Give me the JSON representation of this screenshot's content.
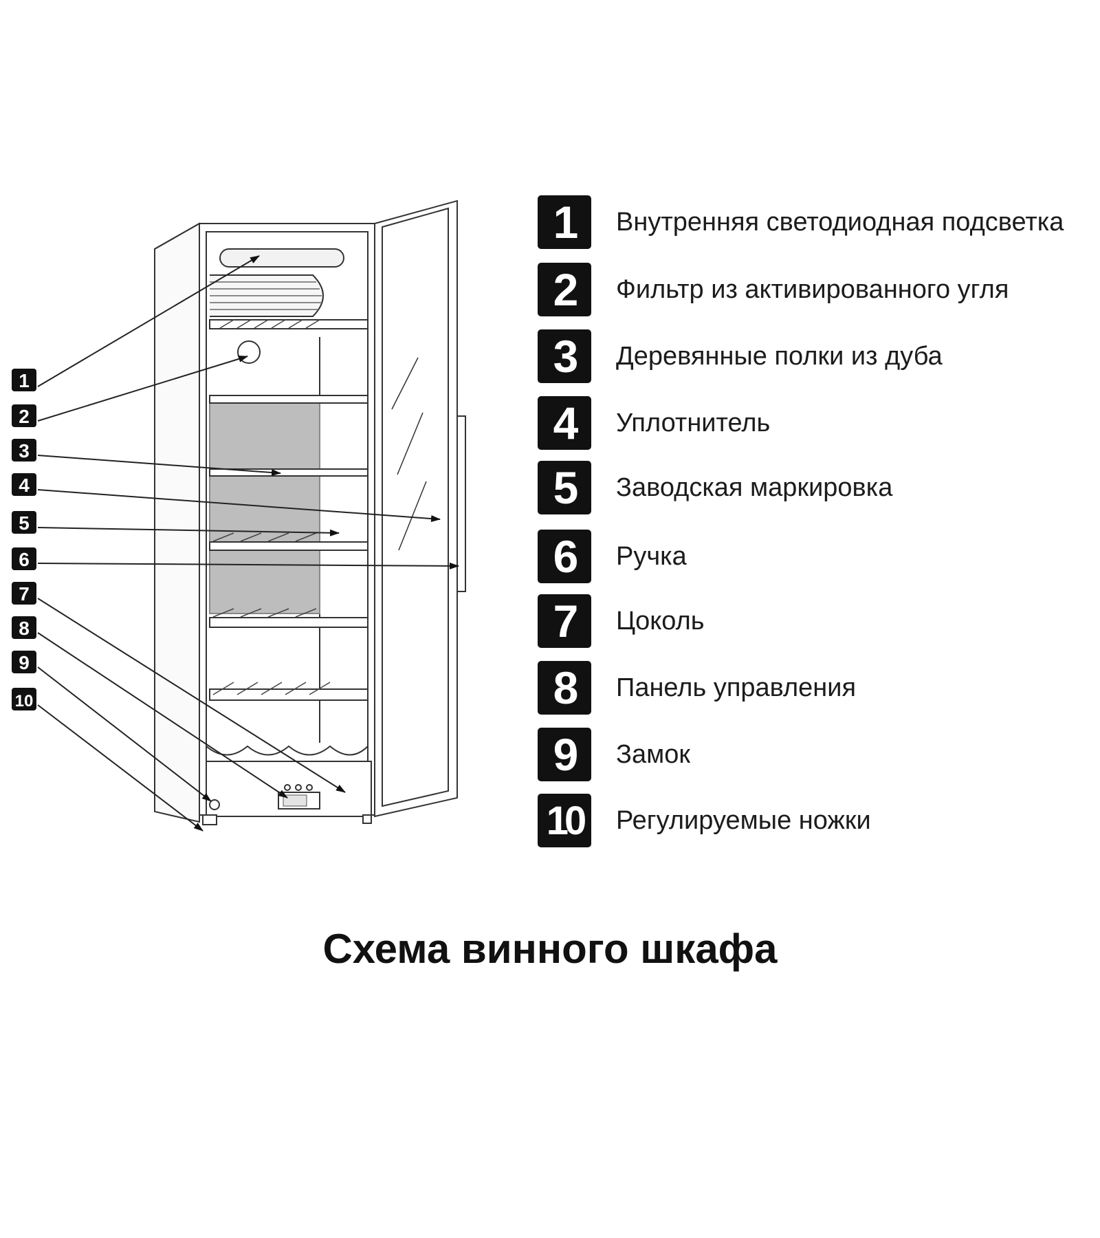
{
  "title": "Схема винного шкафа",
  "callout_numbers": [
    "1",
    "2",
    "3",
    "4",
    "5",
    "6",
    "7",
    "8",
    "9",
    "10"
  ],
  "legend": [
    {
      "number": "1",
      "label": "Внутренняя светодиодная подсветка"
    },
    {
      "number": "2",
      "label": "Фильтр из активированного угля"
    },
    {
      "number": "3",
      "label": "Деревянные полки из дуба"
    },
    {
      "number": "4",
      "label": "Уплотнитель"
    },
    {
      "number": "5",
      "label": "Заводская маркировка"
    },
    {
      "number": "6",
      "label": "Ручка"
    },
    {
      "number": "7",
      "label": "Цоколь"
    },
    {
      "number": "8",
      "label": "Панель управления"
    },
    {
      "number": "9",
      "label": "Замок"
    },
    {
      "number": "10",
      "label": "Регулируемые ножки"
    }
  ],
  "colors": {
    "badge": "#111111",
    "line": "#333333",
    "back_panel": "#bcbcbc"
  }
}
